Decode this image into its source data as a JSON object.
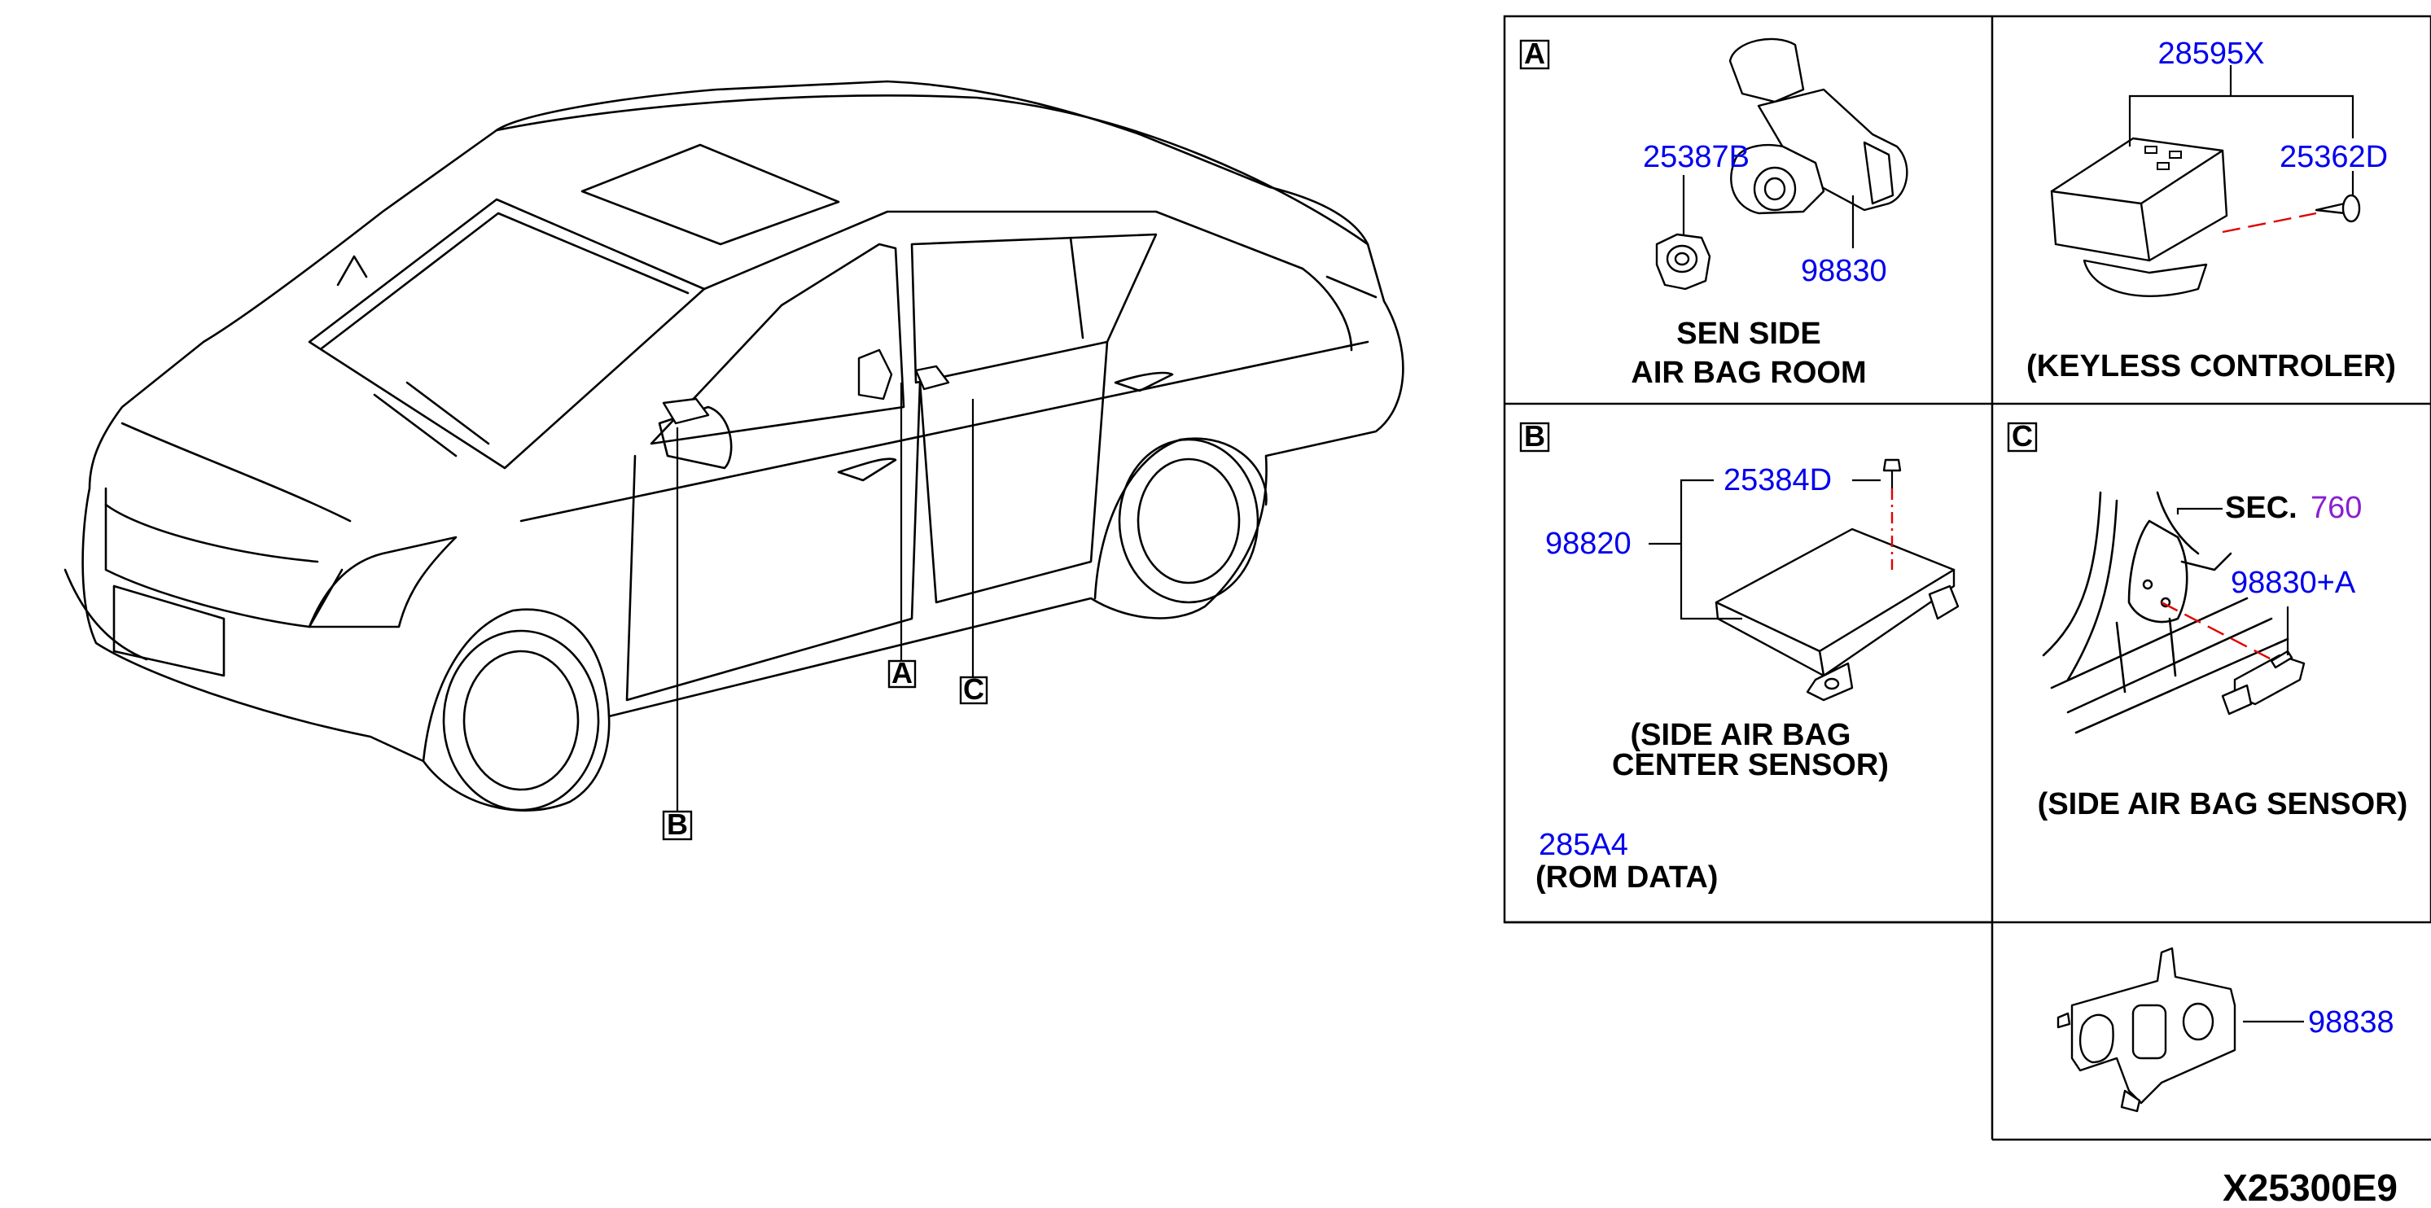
{
  "diagram_code": "X25300E9",
  "car_callouts": {
    "a": "A",
    "b": "B",
    "c": "C"
  },
  "panel_a": {
    "letter": "A",
    "part_nut": "25387B",
    "part_sensor": "98830",
    "title_line1": "SEN SIDE",
    "title_line2": "AIR BAG ROOM"
  },
  "panel_keyless": {
    "part_controller": "28595X",
    "part_screw": "25362D",
    "title": "(KEYLESS CONTROLER)"
  },
  "panel_b": {
    "letter": "B",
    "part_bolt": "25384D",
    "part_unit": "98820",
    "title_line1": "(SIDE AIR BAG",
    "title_line2": "CENTER SENSOR)",
    "rom_part": "285A4",
    "rom_label": "(ROM DATA)"
  },
  "panel_c": {
    "letter": "C",
    "sec_label": "SEC.",
    "sec_number": "760",
    "part_sensor": "98830+A",
    "title": "(SIDE AIR BAG SENSOR)"
  },
  "panel_bracket": {
    "part_bracket": "98838"
  }
}
